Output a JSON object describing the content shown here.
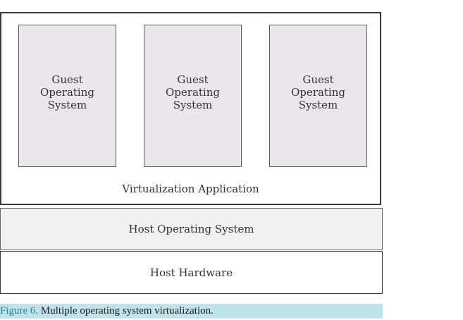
{
  "diagram": {
    "guest_boxes": [
      {
        "lines": [
          "Guest",
          "Operating",
          "System"
        ]
      },
      {
        "lines": [
          "Guest",
          "Operating",
          "System"
        ]
      },
      {
        "lines": [
          "Guest",
          "Operating",
          "System"
        ]
      }
    ],
    "virtualization_label": "Virtualization Application",
    "host_os_label": "Host Operating System",
    "host_hardware_label": "Host Hardware"
  },
  "caption": {
    "figure_number": "Figure 6.",
    "text": " Multiple operating system virtualization."
  },
  "colors": {
    "guest_fill": "#ebe6ec",
    "host_os_fill": "#f1f1f1",
    "caption_bg": "#bfe3ea",
    "caption_accent": "#2a7f9a"
  }
}
